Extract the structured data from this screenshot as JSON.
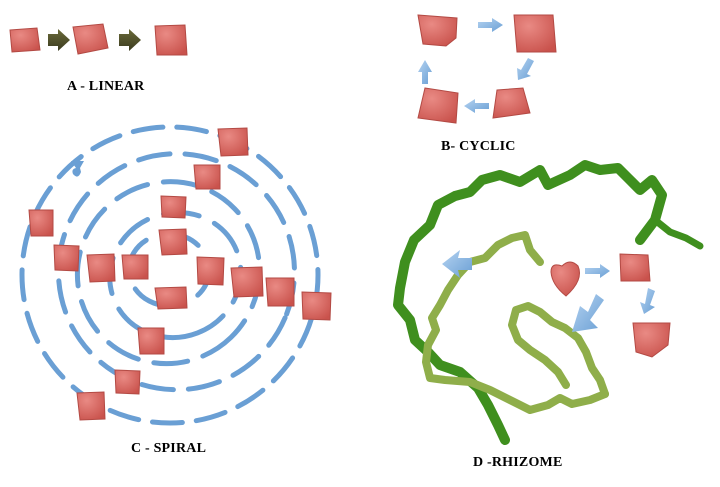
{
  "diagram": {
    "panels": [
      {
        "id": "linear",
        "caption": "A - LINEAR"
      },
      {
        "id": "cyclic",
        "caption": "B- CYCLIC"
      },
      {
        "id": "spiral",
        "caption": "C - SPIRAL"
      },
      {
        "id": "rhizome",
        "caption": "D -RHIZOME"
      }
    ],
    "colors": {
      "node": "#d9665f",
      "node_stroke": "#b34a44",
      "arrow_dark": "#4a4a2a",
      "arrow_blue": "#8ab6e3",
      "spiral_line": "#6a9fd4",
      "rhizome_dark": "#3f8f1e",
      "rhizome_light": "#8fae4a"
    },
    "icons": [
      "node-shape",
      "arrow-icon",
      "heart-node"
    ]
  }
}
